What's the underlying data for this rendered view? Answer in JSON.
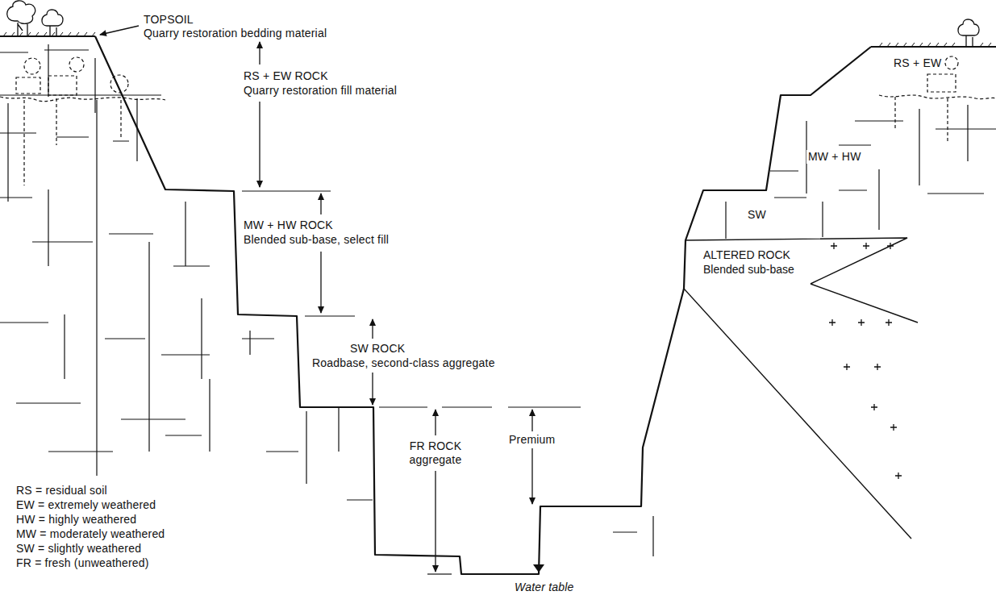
{
  "diagram": {
    "nodes": [
      {
        "text": [
          "ALTERED ROCK",
          "Blended sub-base"
        ]
      }
    ],
    "labels": [
      "TOPSOIL",
      "Quarry restoration bedding material",
      "RS + EW ROCK",
      "Quarry restoration fill material",
      "MW + HW ROCK",
      "Blended sub-base, select fill",
      "SW ROCK",
      "Roadbase, second-class aggregate",
      "FR ROCK aggregate",
      "Premium",
      "Water table",
      "RS + EW",
      "MW + HW",
      "SW",
      "RS = residual soil",
      "EW = extremely weathered",
      "HW = highly weathered",
      "MW = moderately weathered",
      "SW = slightly weathered",
      "FR = fresh (unweathered)"
    ]
  }
}
